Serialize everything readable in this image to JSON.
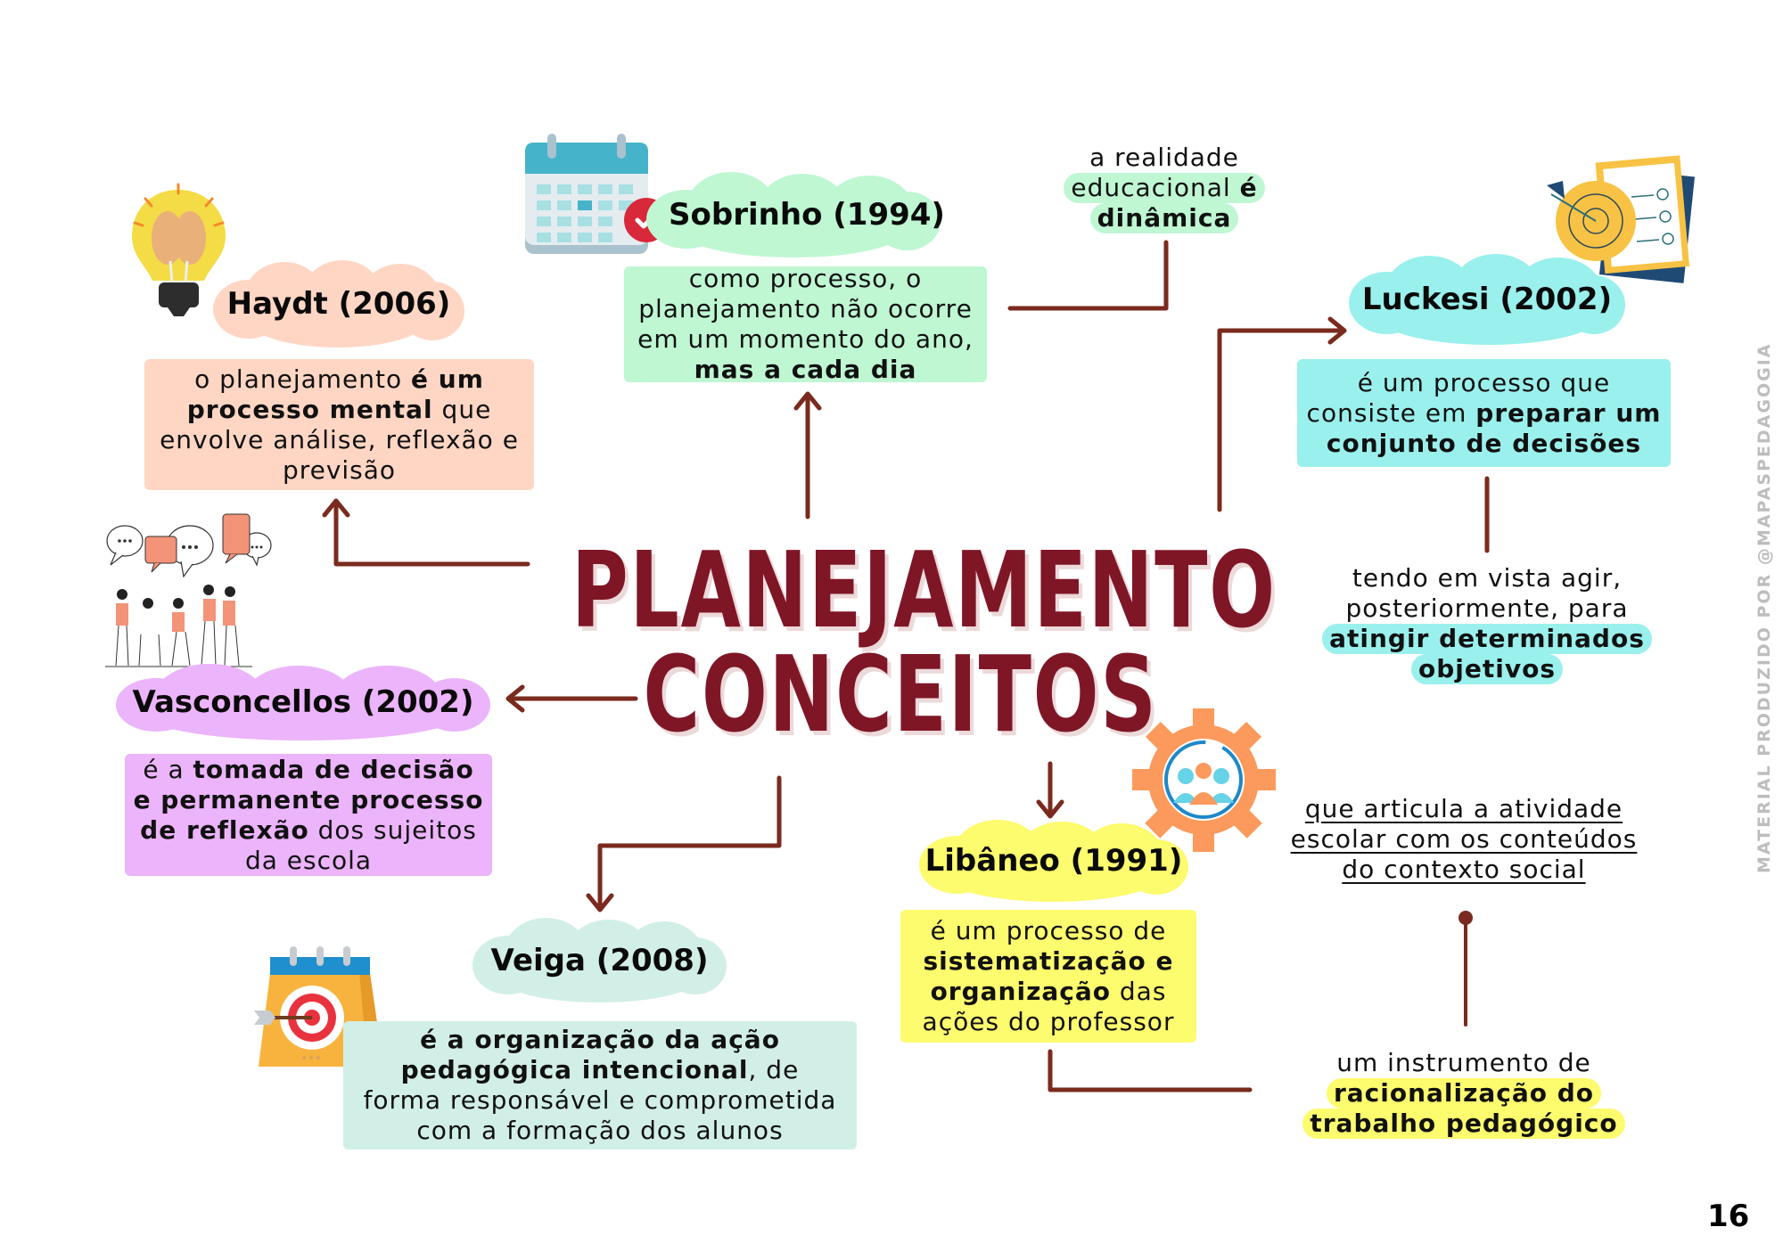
{
  "title": {
    "line1": "PLANEJAMENTO",
    "line2": "CONCEITOS"
  },
  "colors": {
    "title": "#7f1626",
    "connector": "#7a2a1e",
    "haydt": "#ffd6c4",
    "sobrinho": "#bff7d3",
    "luckesi": "#9af0ec",
    "vasconcellos": "#ecb4fb",
    "libaneo": "#fdfb6e",
    "veiga": "#d2efe7"
  },
  "nodes": {
    "haydt": {
      "author": "Haydt (2006)",
      "text": [
        {
          "t": "o planejamento ",
          "b": false
        },
        {
          "t": "é um",
          "b": true
        },
        {
          "br": true
        },
        {
          "t": "processo mental",
          "b": true
        },
        {
          "t": " que",
          "b": false
        },
        {
          "br": true
        },
        {
          "t": "envolve análise, reflexão e",
          "b": false
        },
        {
          "br": true
        },
        {
          "t": "previsão",
          "b": false
        }
      ]
    },
    "sobrinho": {
      "author": "Sobrinho (1994)",
      "text": [
        {
          "t": "como processo, o",
          "b": false
        },
        {
          "br": true
        },
        {
          "t": "planejamento não ocorre",
          "b": false
        },
        {
          "br": true
        },
        {
          "t": "em um momento do ano,",
          "b": false
        },
        {
          "br": true
        },
        {
          "t": "mas a cada dia",
          "b": true
        }
      ]
    },
    "realidade": {
      "line1": "a realidade",
      "line2_normal": "educacional ",
      "line2_bold": "é",
      "line3_bold": "dinâmica"
    },
    "luckesi": {
      "author": "Luckesi (2002)",
      "text": [
        {
          "t": "é um processo que",
          "b": false
        },
        {
          "br": true
        },
        {
          "t": "consiste em ",
          "b": false
        },
        {
          "t": "preparar um",
          "b": true
        },
        {
          "br": true
        },
        {
          "t": "conjunto de decisões",
          "b": true
        }
      ]
    },
    "tendo": {
      "line1": "tendo em vista agir,",
      "line2": "posteriormente, para",
      "line3_bold": "atingir determinados",
      "line4_bold": "objetivos"
    },
    "vasconcellos": {
      "author": "Vasconcellos (2002)",
      "text": [
        {
          "t": "é a ",
          "b": false
        },
        {
          "t": "tomada de decisão",
          "b": true
        },
        {
          "br": true
        },
        {
          "t": "e permanente processo",
          "b": true
        },
        {
          "br": true
        },
        {
          "t": "de reflexão",
          "b": true
        },
        {
          "t": " dos sujeitos",
          "b": false
        },
        {
          "br": true
        },
        {
          "t": "da escola",
          "b": false
        }
      ]
    },
    "libaneo": {
      "author": "Libâneo (1991)",
      "text": [
        {
          "t": "é um processo de",
          "b": false
        },
        {
          "br": true
        },
        {
          "t": "sistematização e",
          "b": true
        },
        {
          "br": true
        },
        {
          "t": "organização",
          "b": true
        },
        {
          "t": " das",
          "b": false
        },
        {
          "br": true
        },
        {
          "t": "ações do professor",
          "b": false
        }
      ]
    },
    "articula": {
      "line1": "que articula a atividade",
      "line2": "escolar com os conteúdos",
      "line3": "do contexto social"
    },
    "instrumento": {
      "line1": "um instrumento de",
      "line2_bold": "racionalização do",
      "line3_bold": "trabalho pedagógico"
    },
    "veiga": {
      "author": "Veiga (2008)",
      "text": [
        {
          "t": "é a organização da ação",
          "b": true
        },
        {
          "br": true
        },
        {
          "t": "pedagógica intencional",
          "b": true
        },
        {
          "t": ", de",
          "b": false
        },
        {
          "br": true
        },
        {
          "t": "forma responsável e comprometida",
          "b": false
        },
        {
          "br": true
        },
        {
          "t": "com a formação dos alunos",
          "b": false
        }
      ]
    }
  },
  "icons": {
    "haydt": "lightbulb-brain-icon",
    "sobrinho": "calendar-check-icon",
    "luckesi": "target-checklist-icon",
    "vasconcellos": "people-conversation-icon",
    "libaneo": "gear-team-icon",
    "veiga": "calendar-target-icon"
  },
  "watermark": "MATERIAL PRODUZIDO POR @MAPASPEDAGOGIA",
  "page_number": "16"
}
